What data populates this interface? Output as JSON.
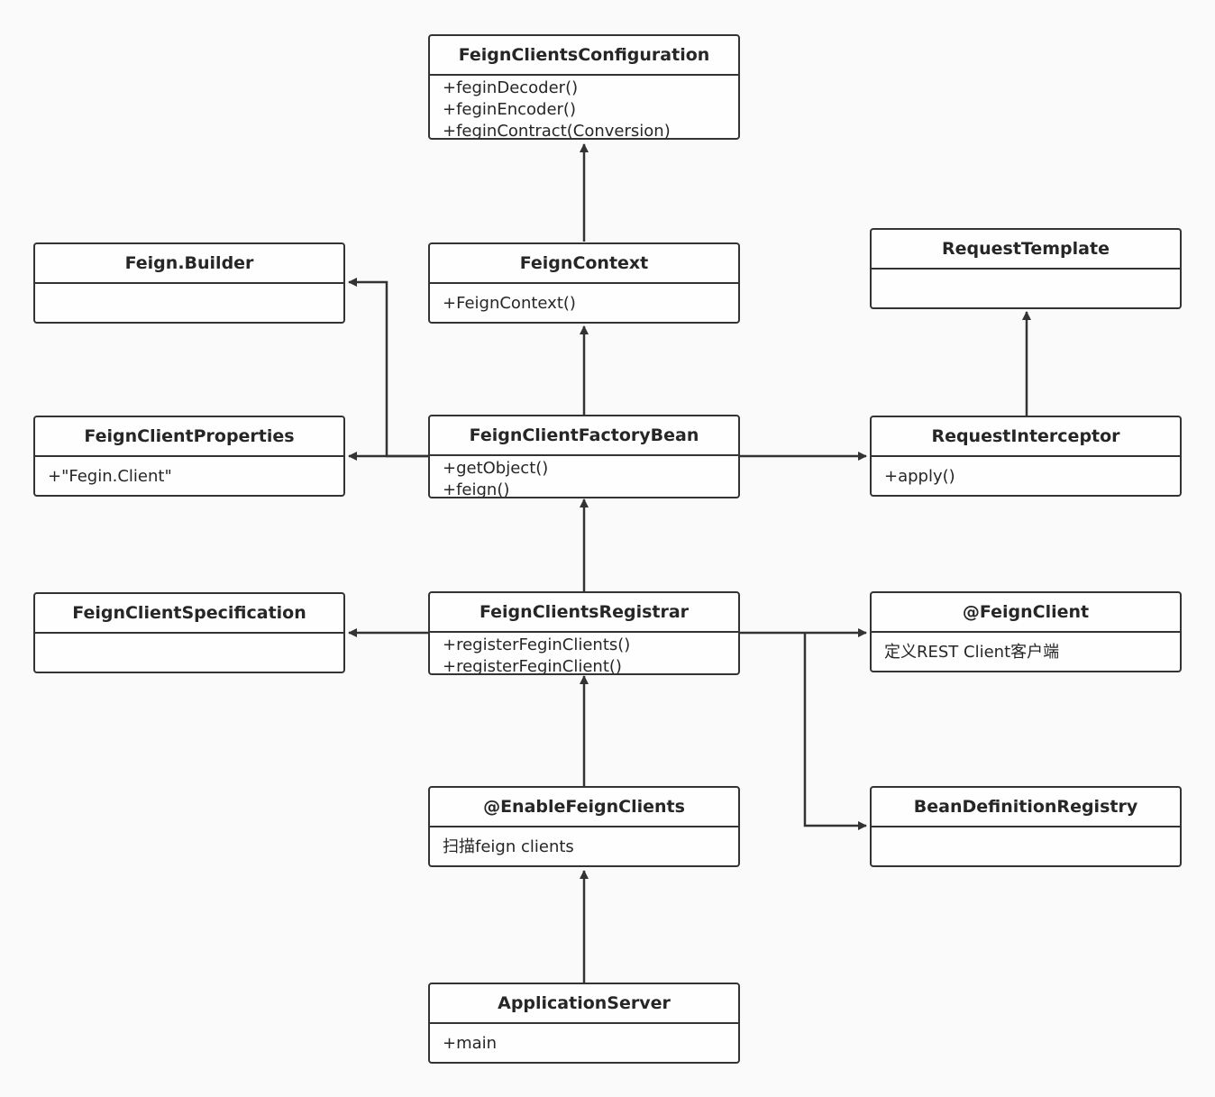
{
  "colors": {
    "line": "#333333",
    "background": "#fafafa",
    "box": "#fefefe"
  },
  "classes": {
    "feign_clients_configuration": {
      "name": "FeignClientsConfiguration",
      "members": [
        "+feginDecoder()",
        "+feginEncoder()",
        "+feginContract(Conversion)"
      ]
    },
    "feign_builder": {
      "name": "Feign.Builder",
      "members": []
    },
    "feign_context": {
      "name": "FeignContext",
      "members": [
        "+FeignContext()"
      ]
    },
    "request_template": {
      "name": "RequestTemplate",
      "members": []
    },
    "feign_client_properties": {
      "name": "FeignClientProperties",
      "members": [
        "+\"Fegin.Client\""
      ]
    },
    "feign_client_factory_bean": {
      "name": "FeignClientFactoryBean",
      "members": [
        "+getObject()",
        "+feign()"
      ]
    },
    "request_interceptor": {
      "name": "RequestInterceptor",
      "members": [
        "+apply()"
      ]
    },
    "feign_client_specification": {
      "name": "FeignClientSpecification",
      "members": []
    },
    "feign_clients_registrar": {
      "name": "FeignClientsRegistrar",
      "members": [
        "+registerFeginClients()",
        "+registerFeginClient()"
      ]
    },
    "feign_client_annotation": {
      "name": "@FeignClient",
      "members": [
        "定义REST Client客户端"
      ]
    },
    "bean_definition_registry": {
      "name": "BeanDefinitionRegistry",
      "members": []
    },
    "enable_feign_clients": {
      "name": "@EnableFeignClients",
      "members": [
        "扫描feign clients"
      ]
    },
    "application_server": {
      "name": "ApplicationServer",
      "members": [
        "+main"
      ]
    }
  }
}
